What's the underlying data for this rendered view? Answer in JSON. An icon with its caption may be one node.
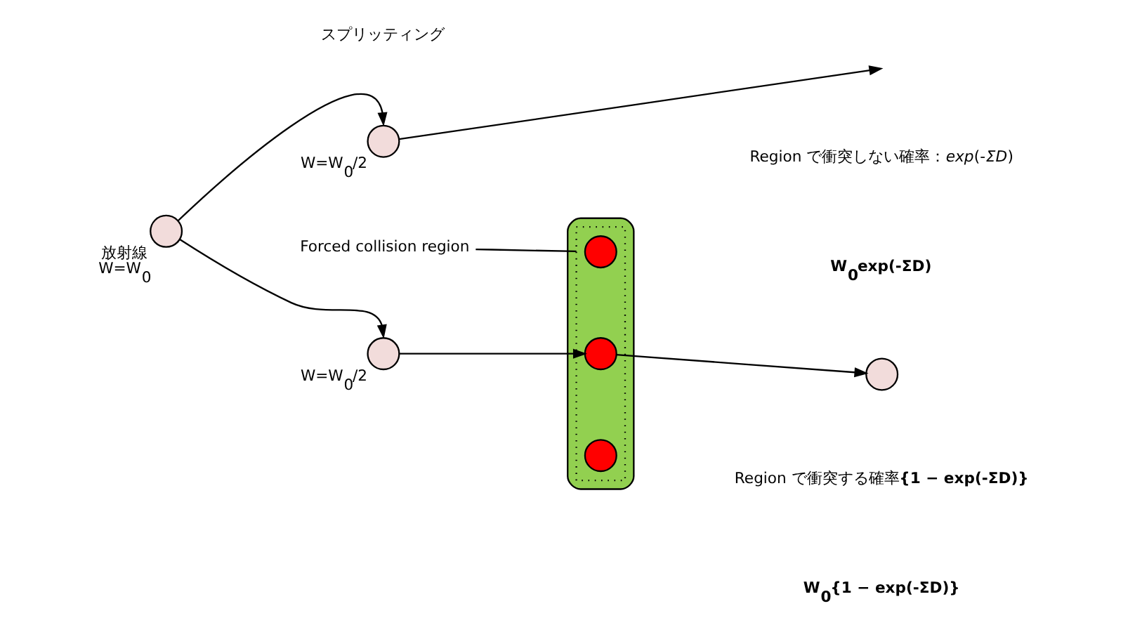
{
  "diagram": {
    "nodes": [
      {
        "text": [],
        "shape": "circle",
        "beside": [
          "放射線",
          "W=W$_{0}$"
        ]
      },
      {
        "text": [],
        "shape": "circle",
        "beside": [
          "W=W$_{0}$/2"
        ]
      },
      {
        "text": [],
        "shape": "circle",
        "beside": [
          "W=W$_{0}$/2"
        ]
      },
      {
        "text": [],
        "shape": "ellipse"
      },
      {
        "text": [],
        "shape": "box",
        "in": 3
      },
      {
        "text": [],
        "shape": "circle",
        "in": 4
      },
      {
        "text": [],
        "shape": "circle",
        "in": 4
      },
      {
        "text": [],
        "shape": "circle",
        "in": 4
      },
      {
        "text": [],
        "shape": "circle"
      },
      {
        "text": [
          "Forced collision region"
        ]
      }
    ],
    "edges": [
      {
        "from": 0,
        "to": 1,
        "arrow": "to"
      },
      {
        "from": 0,
        "to": 2,
        "arrow": "to"
      },
      {
        "from": 1,
        "to": null,
        "arrow": "to"
      },
      {
        "from": 2,
        "to": 6,
        "arrow": "to"
      },
      {
        "from": 6,
        "to": 8,
        "arrow": "to"
      },
      {
        "from": 9,
        "to": 4,
        "arrow": "none"
      }
    ],
    "labels": [
      "スプリッティング",
      "Region で衝突しない確率：*exp*(-*ΣD*)",
      "**W$_{0}$exp(-ΣD)**",
      "Region で衝突する確率**{1 − exp(-ΣD)}**",
      "**W$_{0}${1 − exp(-ΣD)}**"
    ]
  }
}
